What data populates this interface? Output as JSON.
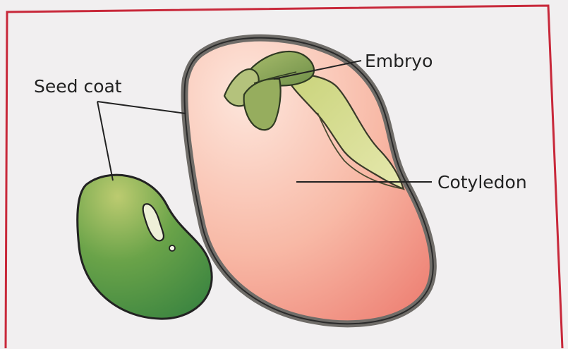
{
  "labels": {
    "seed_coat": "Seed coat",
    "embryo": "Embryo",
    "cotyledon": "Cotyledon"
  },
  "colors": {
    "frame": "#c8283a",
    "background": "#f1eff0",
    "outline": "#2a2a2a",
    "seed_coat_rim": "#6f6c68",
    "cotyledon_light": "#fbd6c8",
    "cotyledon_deep": "#f08c80",
    "embryo_light": "#e2e6a0",
    "embryo_dark": "#9aaf5a",
    "whole_seed_light": "#b7c76a",
    "whole_seed_dark": "#3f8a3e"
  }
}
